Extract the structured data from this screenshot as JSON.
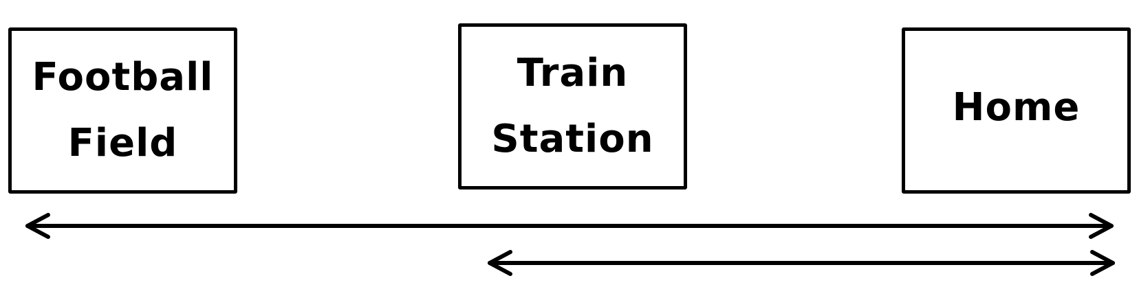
{
  "nodes": [
    {
      "id": "football-field",
      "label": "Football\nField"
    },
    {
      "id": "train-station",
      "label": "Train\nStation"
    },
    {
      "id": "home",
      "label": "Home"
    }
  ],
  "connections": [
    {
      "from": "football-field",
      "to": "home",
      "direction": "both"
    },
    {
      "from": "train-station",
      "to": "home",
      "direction": "both"
    }
  ],
  "colors": {
    "stroke": "#000000",
    "background": "#ffffff"
  }
}
